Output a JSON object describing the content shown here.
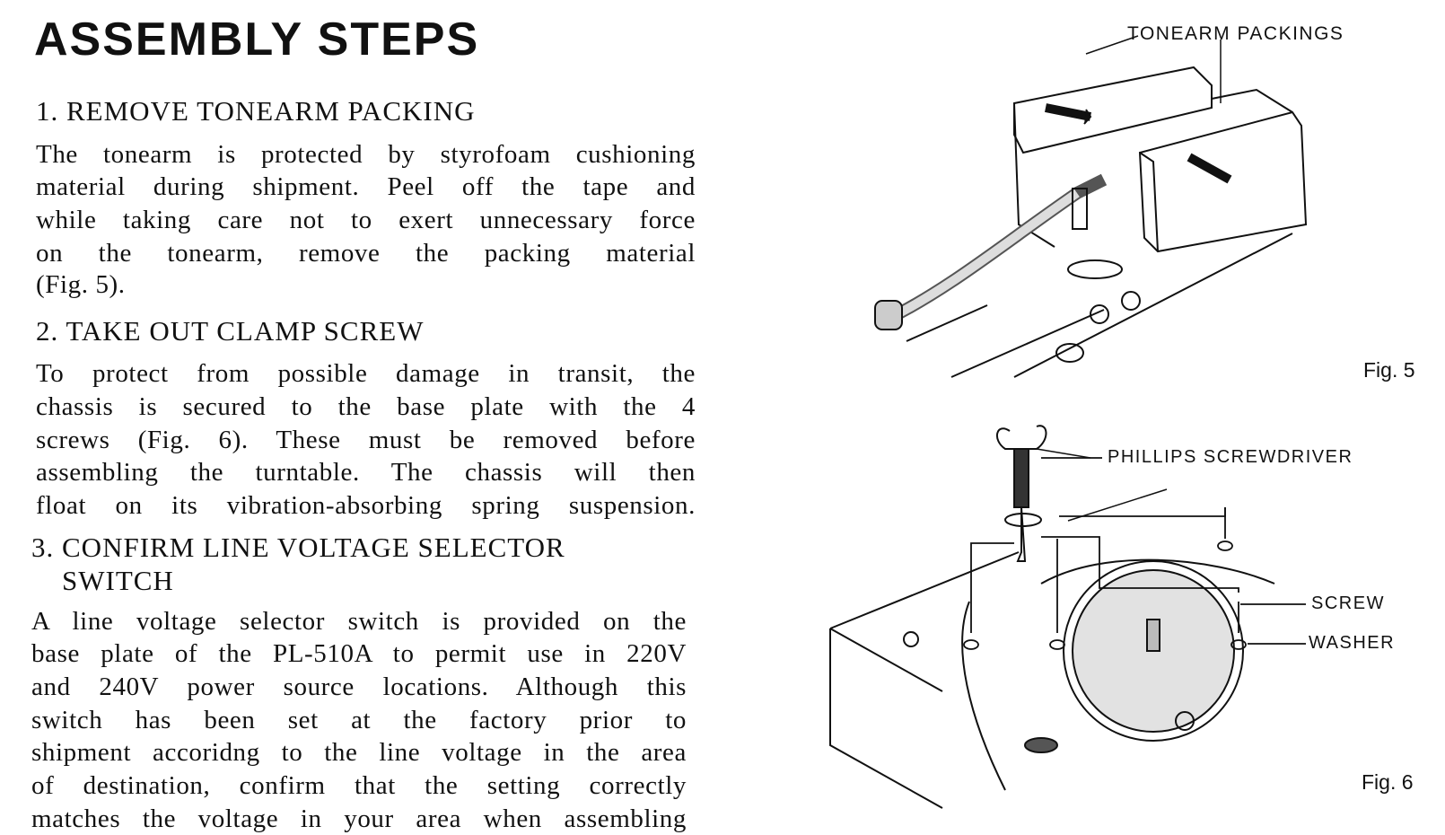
{
  "title": "ASSEMBLY STEPS",
  "sections": [
    {
      "heading": "1. REMOVE TONEARM PACKING",
      "lines": [
        "The tonearm is protected by styrofoam cushioning",
        "material during shipment. Peel off the tape and",
        "while taking care not to exert unnecessary force",
        "on the tonearm, remove the packing material",
        "(Fig. 5)."
      ]
    },
    {
      "heading": "2. TAKE OUT CLAMP SCREW",
      "lines": [
        "To protect from possible damage in transit, the",
        "chassis is secured to the base plate with the 4",
        "screws (Fig. 6). These must be removed before",
        "assembling the turntable. The chassis will then",
        "float on its vibration-absorbing spring suspension."
      ]
    },
    {
      "heading": "3. CONFIRM LINE VOLTAGE SELECTOR",
      "heading_cont": "SWITCH",
      "lines": [
        "A line voltage selector switch is provided on the",
        "base plate of the PL-510A to permit use in 220V",
        "and 240V power source locations. Although this",
        "switch has been set at the factory prior to",
        "shipment accoridng to the line voltage in the area",
        "of destination, confirm that the setting correctly",
        "matches the voltage in your area when assembling"
      ]
    }
  ],
  "figures": {
    "fig5": {
      "caption": "Fig. 5",
      "label": "TONEARM PACKINGS"
    },
    "fig6": {
      "caption": "Fig. 6",
      "labels": {
        "screwdriver": "PHILLIPS SCREWDRIVER",
        "screw": "SCREW",
        "washer": "WASHER"
      }
    }
  }
}
